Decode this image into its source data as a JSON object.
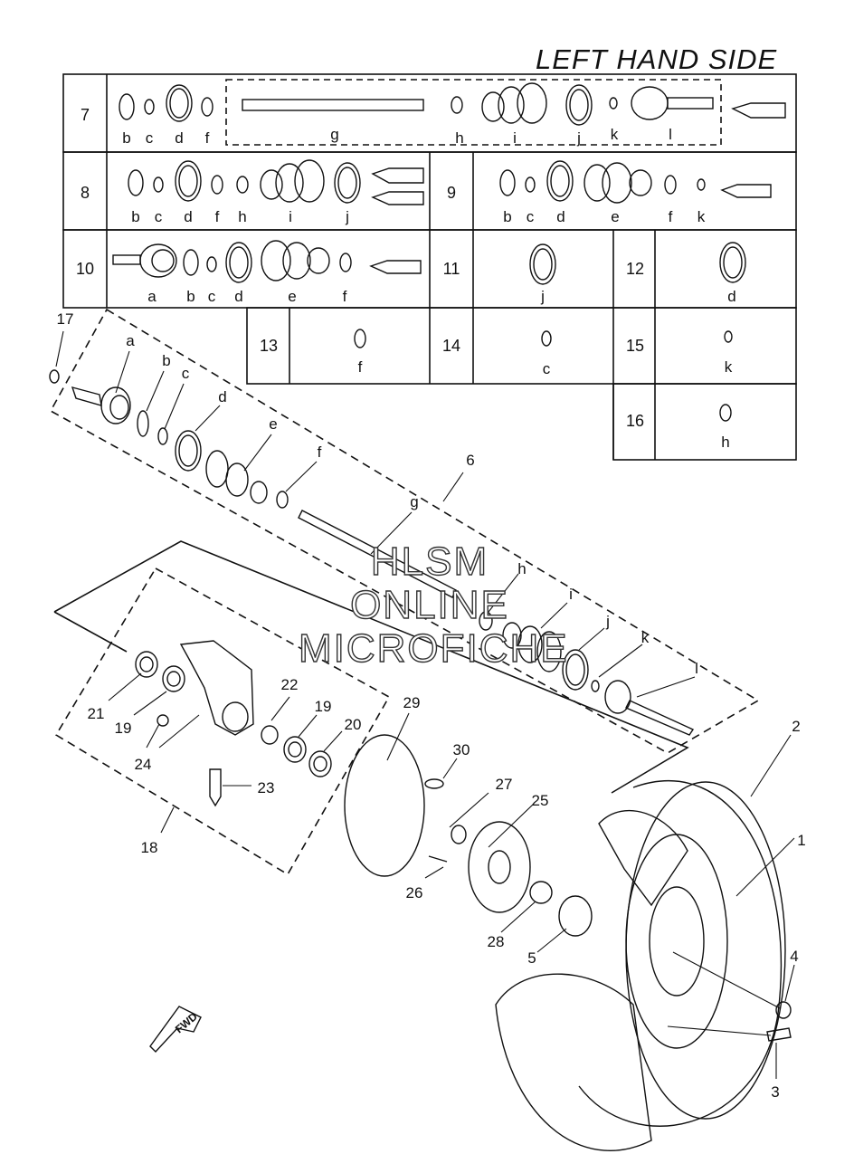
{
  "title": "LEFT HAND SIDE",
  "watermark": [
    "HLSM",
    "ONLINE",
    "MICROFICHE"
  ],
  "fwd_label": "FWD",
  "table": {
    "rows": [
      {
        "num": "7",
        "letters": [
          "b",
          "c",
          "d",
          "f",
          "g",
          "h",
          "i",
          "j",
          "k",
          "l"
        ]
      },
      {
        "num": "8",
        "letters": [
          "b",
          "c",
          "d",
          "f",
          "h",
          "i",
          "j"
        ]
      },
      {
        "num": "9",
        "letters": [
          "b",
          "c",
          "d",
          "e",
          "f",
          "k"
        ]
      },
      {
        "num": "10",
        "letters": [
          "a",
          "b",
          "c",
          "d",
          "e",
          "f"
        ]
      },
      {
        "num": "11",
        "letters": [
          "j"
        ]
      },
      {
        "num": "12",
        "letters": [
          "d"
        ]
      },
      {
        "num": "13",
        "letters": [
          "f"
        ]
      },
      {
        "num": "14",
        "letters": [
          "c"
        ]
      },
      {
        "num": "15",
        "letters": [
          "k"
        ]
      },
      {
        "num": "16",
        "letters": [
          "h"
        ]
      }
    ]
  },
  "shaft_callouts": [
    "17",
    "a",
    "b",
    "c",
    "d",
    "e",
    "f",
    "g",
    "6",
    "h",
    "i",
    "j",
    "k",
    "l"
  ],
  "part_callouts": [
    "21",
    "19",
    "24",
    "22",
    "19",
    "20",
    "23",
    "18",
    "29",
    "30",
    "27",
    "25",
    "26",
    "28",
    "5",
    "2",
    "1",
    "4",
    "3"
  ],
  "colors": {
    "line": "#111111",
    "background": "#ffffff"
  }
}
